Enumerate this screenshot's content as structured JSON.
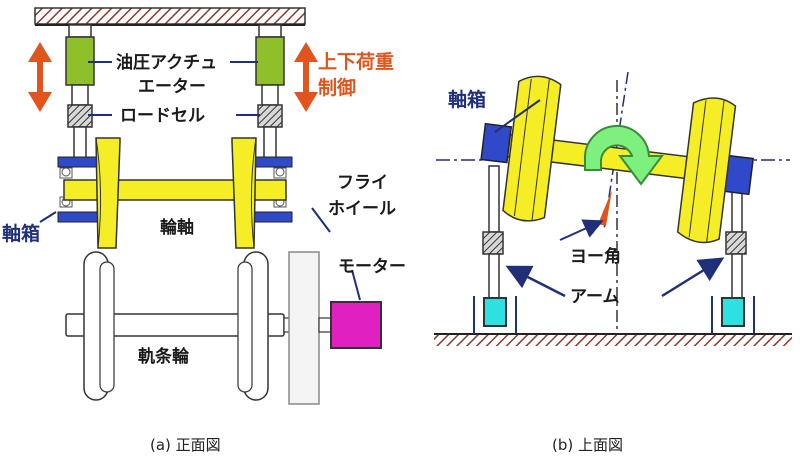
{
  "panel_a": {
    "label_actuator_line1": "油圧アクチュ",
    "label_actuator_line2": "エーター",
    "label_load_line1": "上下荷重",
    "label_load_line2": "制御",
    "label_loadcell": "ロードセル",
    "label_flywheel_line1": "フライ",
    "label_flywheel_line2": "ホイール",
    "label_axlebox": "軸箱",
    "label_wheelset": "輪軸",
    "label_motor": "モーター",
    "label_rail_wheel": "軌条輪",
    "caption": "(a) 正面図"
  },
  "panel_b": {
    "label_axlebox": "軸箱",
    "label_yaw": "ヨー角",
    "label_arm": "アーム",
    "caption": "(b) 上面図"
  },
  "colors": {
    "hydraulic": "#8fbf2a",
    "wheel": "#f5ee26",
    "axlebox": "#2f49c9",
    "motor": "#e020c0",
    "sensor": "#2fe0e0",
    "arrow_red": "#e2541d",
    "arrow_green": "#7ef07e",
    "label_blue": "#1f2f7a"
  }
}
